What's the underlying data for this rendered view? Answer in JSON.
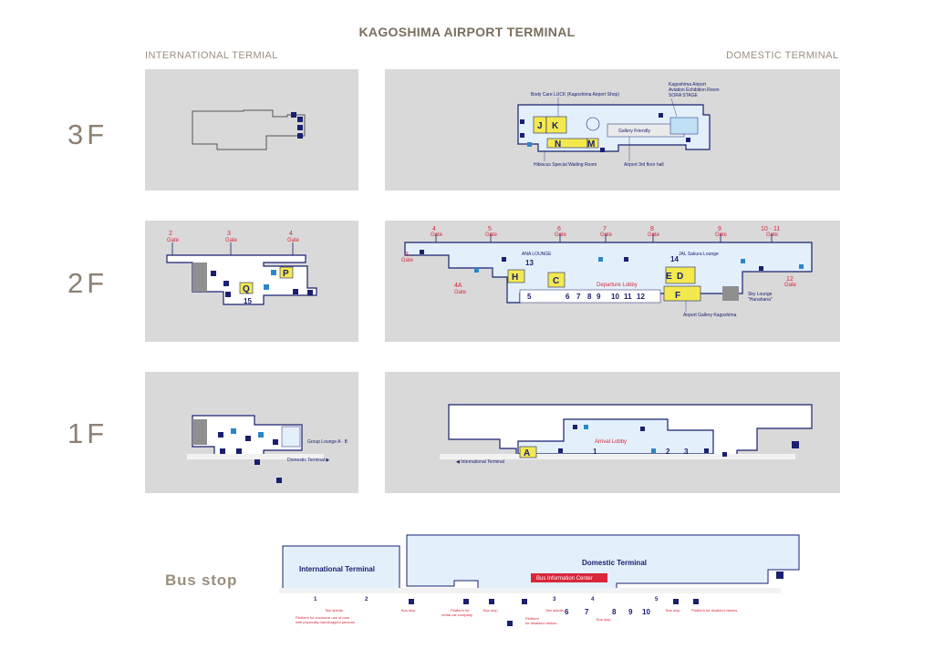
{
  "title": "KAGOSHIMA AIRPORT TERMINAL",
  "columns": {
    "international": "INTERNATIONAL TERMIAL",
    "domestic": "DOMESTIC TERMINAL"
  },
  "floors": {
    "f3": "3F",
    "f2": "2F",
    "f1": "1F",
    "bus": "Bus stop"
  },
  "colors": {
    "panel": "#d9d9d9",
    "route": "#1a2070",
    "yellow": "#f3e94f",
    "gate": "#d9263a",
    "lightblue": "#e3f0fb"
  },
  "dom3f": {
    "body_care": "Body Care LUCK (Kagoshima Airport Shop)",
    "museum_1": "Kagoshima Airport",
    "museum_2": "Aviation Exhibition Room",
    "museum_3": "SORA STAGE",
    "gallery": "Gallery Friendly",
    "hibiscus": "Hibiscus Special Waiting Room",
    "hall": "Airport 3rd floor hall",
    "shops": [
      "J",
      "K",
      "N",
      "M"
    ]
  },
  "intl2f": {
    "gates": [
      {
        "num": "2",
        "label": "Gate"
      },
      {
        "num": "3",
        "label": "Gate"
      },
      {
        "num": "4",
        "label": "Gate"
      }
    ],
    "shops": [
      "P",
      "Q",
      "15"
    ]
  },
  "dom2f": {
    "gates": [
      {
        "num": "3",
        "label": "Gate"
      },
      {
        "num": "4",
        "label": "Gate"
      },
      {
        "num": "5",
        "label": "Gate"
      },
      {
        "num": "6",
        "label": "Gate"
      },
      {
        "num": "7",
        "label": "Gate"
      },
      {
        "num": "8",
        "label": "Gate"
      },
      {
        "num": "9",
        "label": "Gate"
      },
      {
        "num": "10 · 11",
        "label": "Gate"
      },
      {
        "num": "12",
        "label": "Gate"
      },
      {
        "num": "4A",
        "label": "Gate"
      }
    ],
    "ana": "ANA LOUNGE",
    "jal": "JAL Sakura Lounge",
    "departure": "Departure Lobby",
    "sky_1": "Sky Lounge",
    "sky_2": "\"Hanahana\"",
    "gallery": "Airport Gallery Kagoshima",
    "shops": [
      "H",
      "C",
      "D",
      "E",
      "F",
      "13",
      "14",
      "5",
      "6",
      "7",
      "8",
      "9",
      "10",
      "11",
      "12"
    ]
  },
  "intl1f": {
    "group": "Group Lounge A · B",
    "to_domestic": "Domestic Terminal ▶"
  },
  "dom1f": {
    "to_international": "◀ International Terminal",
    "arrival": "Arrival Lobby",
    "shops": [
      "A",
      "1",
      "2",
      "3"
    ]
  },
  "bus": {
    "intl": "International Terminal",
    "dom": "Domestic Terminal",
    "center": "Bus Information Center",
    "taxi1": "Taxi stands",
    "taxi2": "Taxi stands",
    "excl_1": "Platform for exclusive use of cars",
    "excl_2": "with physically handicapped persons",
    "busstop1": "Bus stop",
    "busstop2": "Bus stop",
    "busstop3": "Bus stop",
    "busstop4": "Bus stop",
    "rental_1": "Platform for",
    "rental_2": "rental car company",
    "disabled1_1": "Platform",
    "disabled1_2": "for disabled visitors",
    "disabled2": "Platform for disabled visitors",
    "nums": [
      "1",
      "2",
      "3",
      "4",
      "5",
      "6",
      "7",
      "8",
      "9",
      "10"
    ]
  }
}
